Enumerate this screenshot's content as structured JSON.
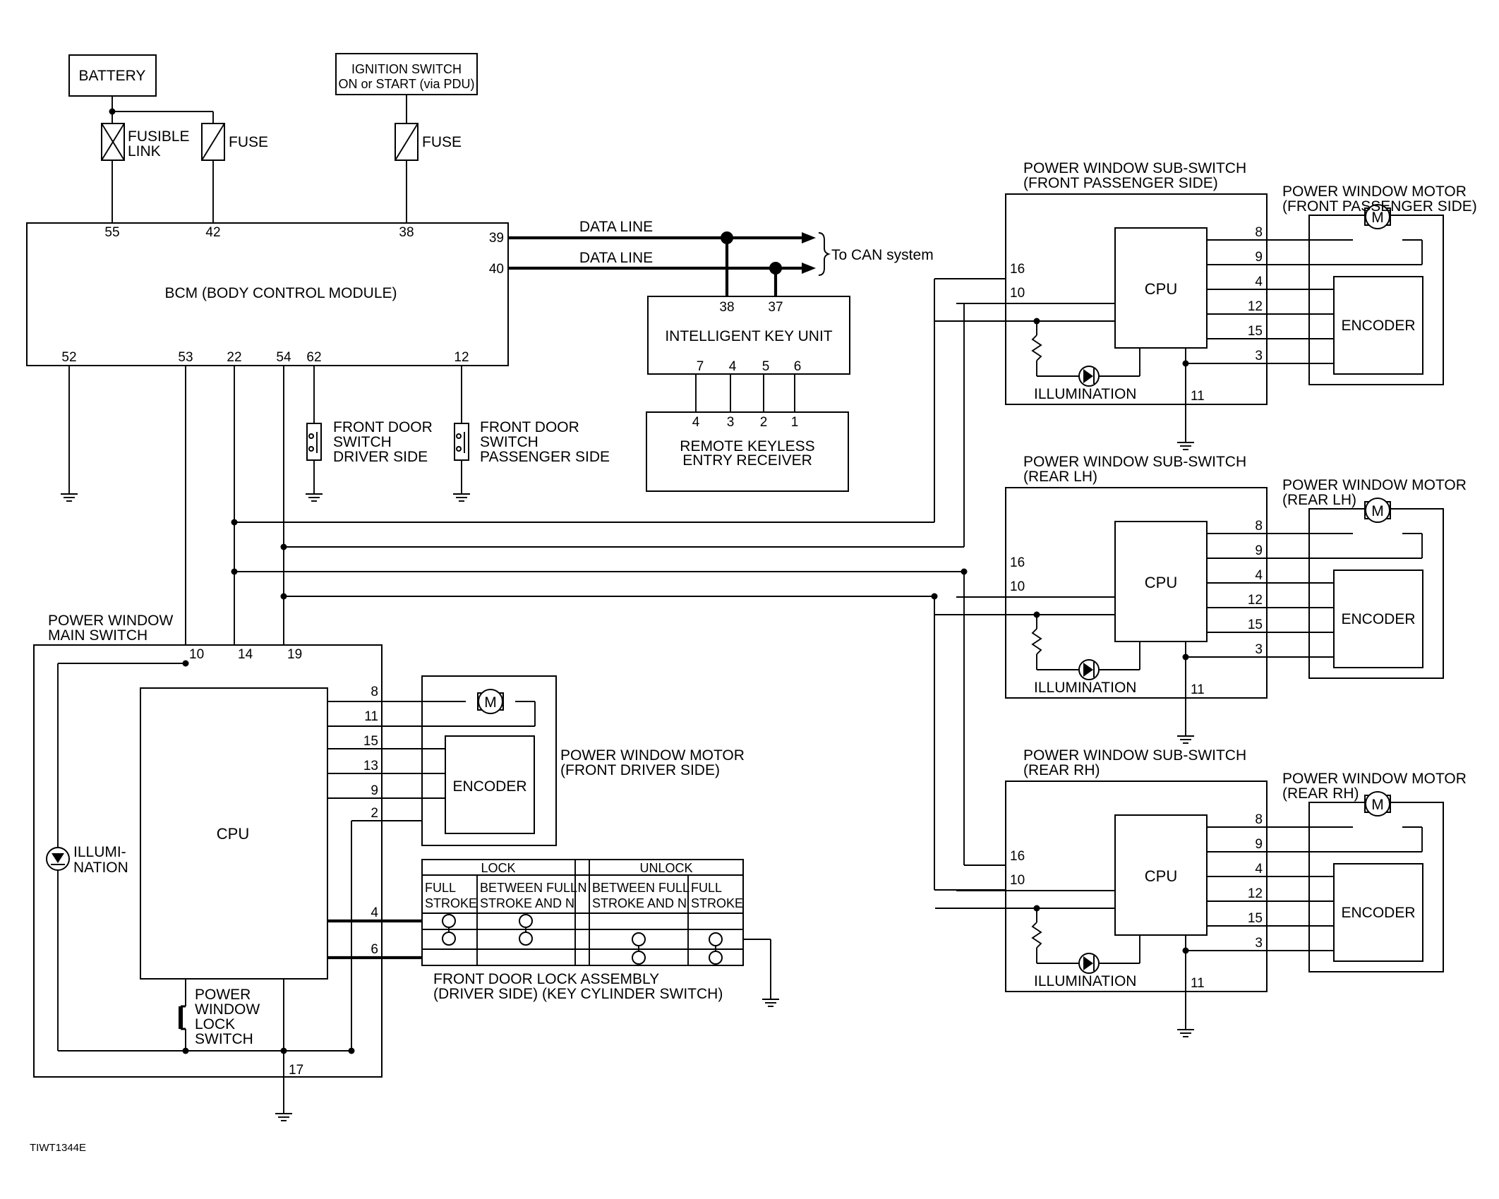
{
  "power": {
    "battery": "BATTERY",
    "ignition_l1": "IGNITION SWITCH",
    "ignition_l2": "ON or START (via PDU)",
    "fusible_link_l1": "FUSIBLE",
    "fusible_link_l2": "LINK",
    "fuse1": "FUSE",
    "fuse2": "FUSE"
  },
  "bcm": {
    "label": "BCM (BODY CONTROL MODULE)",
    "pins": {
      "p55": "55",
      "p42": "42",
      "p38": "38",
      "p39": "39",
      "p40": "40",
      "p52": "52",
      "p53": "53",
      "p22": "22",
      "p54": "54",
      "p62": "62",
      "p12": "12"
    }
  },
  "can": {
    "data_line_1": "DATA LINE",
    "data_line_2": "DATA LINE",
    "to_can": "To CAN system"
  },
  "ikey": {
    "label": "INTELLIGENT KEY UNIT",
    "pins": {
      "p38": "38",
      "p37": "37",
      "p7": "7",
      "p4": "4",
      "p5": "5",
      "p6": "6"
    }
  },
  "rke": {
    "label_l1": "REMOTE KEYLESS",
    "label_l2": "ENTRY RECEIVER",
    "pins": {
      "p4": "4",
      "p3": "3",
      "p2": "2",
      "p1": "1"
    }
  },
  "door_switch_driver": {
    "l1": "FRONT DOOR",
    "l2": "SWITCH",
    "l3": "DRIVER SIDE"
  },
  "door_switch_passenger": {
    "l1": "FRONT DOOR",
    "l2": "SWITCH",
    "l3": "PASSENGER SIDE"
  },
  "main_switch": {
    "title_l1": "POWER WINDOW",
    "title_l2": "MAIN SWITCH",
    "cpu": "CPU",
    "illum_l1": "ILLUMI-",
    "illum_l2": "NATION",
    "lock_l1": "POWER",
    "lock_l2": "WINDOW",
    "lock_l3": "LOCK",
    "lock_l4": "SWITCH",
    "pins": {
      "p10": "10",
      "p14": "14",
      "p19": "19",
      "p8": "8",
      "p11": "11",
      "p15": "15",
      "p13": "13",
      "p9": "9",
      "p2": "2",
      "p4": "4",
      "p6": "6",
      "p17": "17"
    }
  },
  "driver_motor": {
    "title_l1": "POWER WINDOW MOTOR",
    "title_l2": "(FRONT DRIVER SIDE)",
    "motor": "M",
    "encoder": "ENCODER"
  },
  "key_cyl": {
    "lock": "LOCK",
    "unlock": "UNLOCK",
    "n": "N",
    "col1_l1": "FULL",
    "col1_l2": "STROKE",
    "col2_l1": "BETWEEN FULL",
    "col2_l2": "STROKE AND N",
    "col3_l1": "BETWEEN FULL",
    "col3_l2": "STROKE AND N",
    "col4_l1": "FULL",
    "col4_l2": "STROKE",
    "caption_l1": "FRONT DOOR LOCK ASSEMBLY",
    "caption_l2": "(DRIVER SIDE) (KEY CYLINDER SWITCH)"
  },
  "sub_switches": [
    {
      "title_l1": "POWER WINDOW SUB-SWITCH",
      "title_l2": "(FRONT PASSENGER SIDE)",
      "motor_title_l1": "POWER WINDOW MOTOR",
      "motor_title_l2": "(FRONT PASSENGER SIDE)",
      "cpu": "CPU",
      "motor": "M",
      "encoder": "ENCODER",
      "illumination": "ILLUMINATION",
      "pins_left": [
        "16",
        "10"
      ],
      "pins_right": [
        "8",
        "9",
        "4",
        "12",
        "15",
        "3"
      ],
      "pin_ground": "11"
    },
    {
      "title_l1": "POWER WINDOW SUB-SWITCH",
      "title_l2": "(REAR LH)",
      "motor_title_l1": "POWER WINDOW MOTOR",
      "motor_title_l2": "(REAR LH)",
      "cpu": "CPU",
      "motor": "M",
      "encoder": "ENCODER",
      "illumination": "ILLUMINATION",
      "pins_left": [
        "16",
        "10"
      ],
      "pins_right": [
        "8",
        "9",
        "4",
        "12",
        "15",
        "3"
      ],
      "pin_ground": "11"
    },
    {
      "title_l1": "POWER WINDOW SUB-SWITCH",
      "title_l2": "(REAR RH)",
      "motor_title_l1": "POWER WINDOW MOTOR",
      "motor_title_l2": "(REAR RH)",
      "cpu": "CPU",
      "motor": "M",
      "encoder": "ENCODER",
      "illumination": "ILLUMINATION",
      "pins_left": [
        "16",
        "10"
      ],
      "pins_right": [
        "8",
        "9",
        "4",
        "12",
        "15",
        "3"
      ],
      "pin_ground": "11"
    }
  ],
  "figure_id": "TIWT1344E"
}
